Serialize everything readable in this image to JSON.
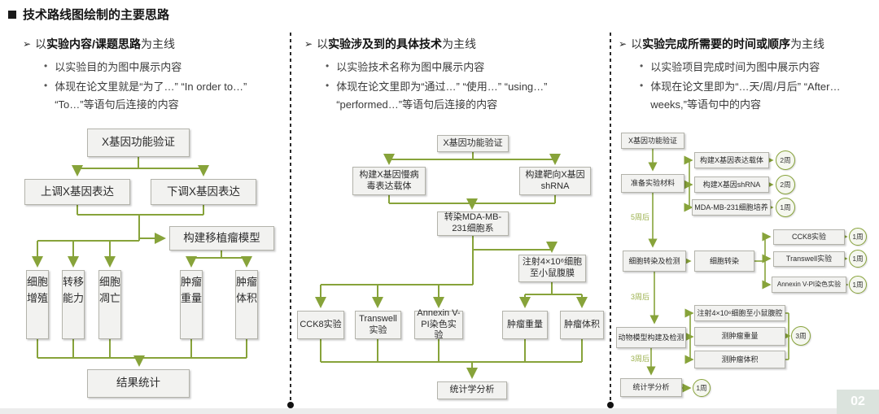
{
  "title": "技术路线图绘制的主要思路",
  "page_number": "02",
  "bullet_marker": "•",
  "colors": {
    "accent_green": "#87a33a",
    "box_fill": "#f2f2f0",
    "box_border": "#b3b3ab",
    "badge_bg": "#dbe3dd",
    "wait_label_green": "#9ab04a"
  },
  "columns": [
    {
      "heading": {
        "marker": "➢",
        "prefix": "以",
        "bold": "实验内容/课题思路",
        "suffix": "为主线"
      },
      "bullets": [
        "以实验目的为图中展示内容",
        "体现在论文里就是“为了…” “In order to…” “To…”等语句后连接的内容"
      ]
    },
    {
      "heading": {
        "marker": "➢",
        "prefix": "以",
        "bold": "实验涉及到的具体技术",
        "suffix": "为主线"
      },
      "bullets": [
        "以实验技术名称为图中展示内容",
        "体现在论文里即为“通过…” “使用…” “using…” “performed…”等语句后连接的内容"
      ]
    },
    {
      "heading": {
        "marker": "➢",
        "prefix": "以",
        "bold": "实验完成所需要的时间或顺序",
        "suffix": "为主线"
      },
      "bullets": [
        "以实验项目完成时间为图中展示内容",
        "体现在论文里即为“…天/周/月后” “After…weeks,”等语句中的内容"
      ]
    }
  ],
  "flow1": {
    "root": "X基因功能验证",
    "up": "上调X基因表达",
    "down": "下调X基因表达",
    "model": "构建移植瘤模型",
    "leaves": [
      "细胞增殖",
      "转移能力",
      "细胞凋亡",
      "肿瘤重量",
      "肿瘤体积"
    ],
    "result": "结果统计"
  },
  "flow2": {
    "root": "X基因功能验证",
    "lenti": "构建X基因慢病毒表达载体",
    "shrna": "构建靶向X基因shRNA",
    "transfect": "转染MDA-MB-231细胞系",
    "inject": "注射4×10⁶细胞至小鼠腹膜",
    "assays": [
      "CCK8实验",
      "Transwell实验",
      "Annexin V-PI染色实验"
    ],
    "tumor": [
      "肿瘤重量",
      "肿瘤体积"
    ],
    "stats": "统计学分析"
  },
  "flow3": {
    "root": "X基因功能验证",
    "prepare": "准备实验材料",
    "prep_items": [
      {
        "label": "构建X基因表达载体",
        "time": "2周"
      },
      {
        "label": "构建X基因shRNA",
        "time": "2周"
      },
      {
        "label": "MDA-MB-231细胞培养",
        "time": "1周"
      }
    ],
    "wait1": "5周后",
    "detect": "细胞转染及检测",
    "transfect": "细胞转染",
    "assay_items": [
      {
        "label": "CCK8实验",
        "time": "1周"
      },
      {
        "label": "Transwell实验",
        "time": "1周"
      },
      {
        "label": "Annexin V-PI染色实验",
        "time": "1周"
      }
    ],
    "wait2": "3周后",
    "animal": "动物模型构建及检测",
    "animal_items": [
      "注射4×10⁶细胞至小鼠腹腔",
      "测肿瘤重量",
      "测肿瘤体积"
    ],
    "animal_time": "3周",
    "wait3": "3周后",
    "stats": "统计学分析",
    "stats_time": "1周"
  }
}
